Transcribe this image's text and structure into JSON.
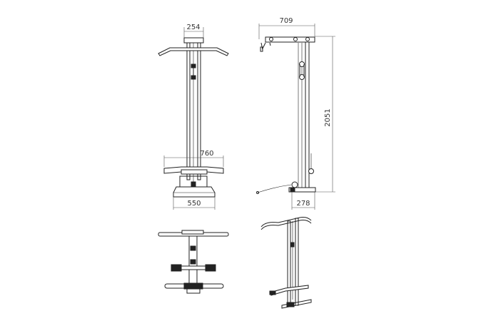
{
  "dimensions": {
    "top_bar_width": "254",
    "side_depth": "709",
    "height": "2051",
    "handle_width": "760",
    "base_width": "550",
    "base_depth": "278"
  }
}
